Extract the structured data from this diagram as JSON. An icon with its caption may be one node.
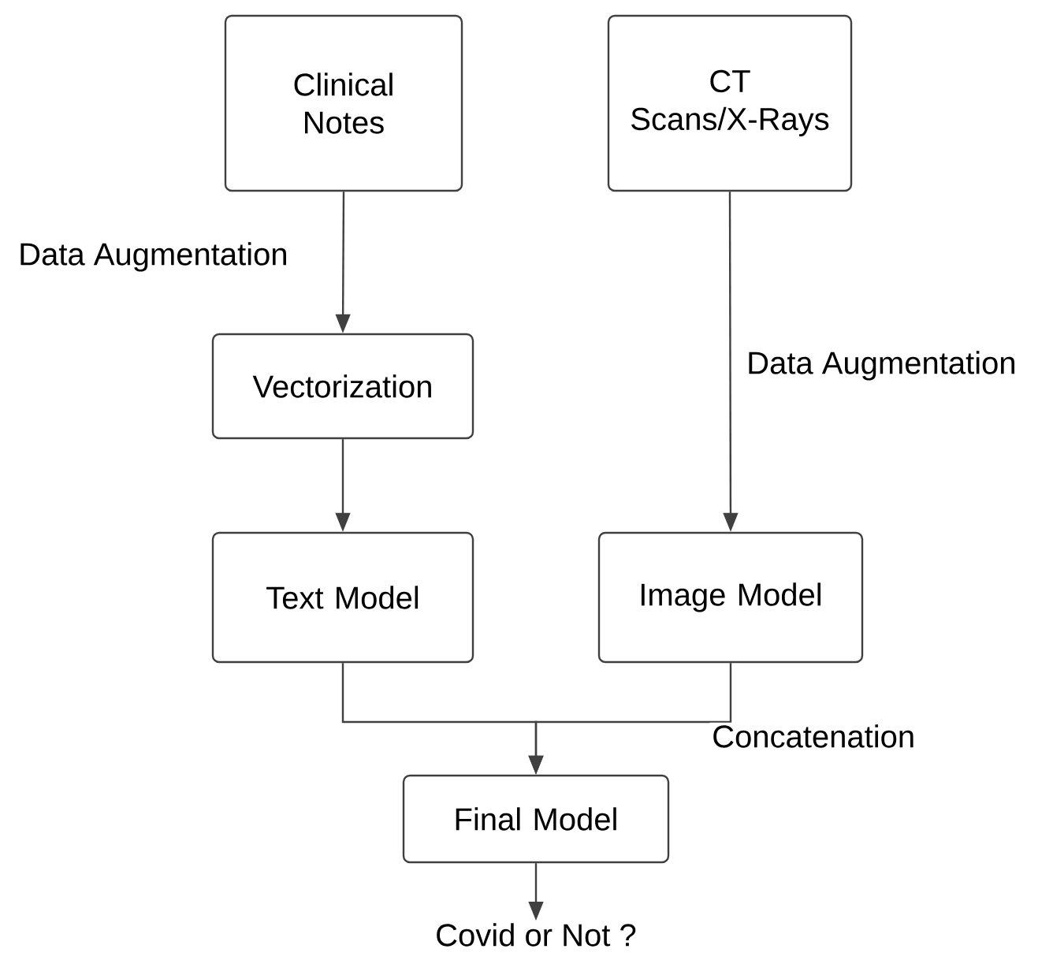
{
  "diagram": {
    "nodes": [
      {
        "text": [
          "Clinical Notes"
        ]
      },
      {
        "text": [
          "CT Scans/X-Rays"
        ]
      },
      {
        "text": [
          "Vectorization"
        ]
      },
      {
        "text": [
          "Text Model"
        ]
      },
      {
        "text": [
          "Image Model"
        ]
      },
      {
        "text": [
          "Final Model"
        ]
      },
      {
        "text": [
          "Covid or Not ?"
        ]
      }
    ],
    "edges": [
      {
        "from": 0,
        "to": 2,
        "arrow": "to",
        "label": "Data Augmentation"
      },
      {
        "from": 1,
        "to": 4,
        "arrow": "to",
        "label": "Data Augmentation"
      },
      {
        "from": 2,
        "to": 3,
        "arrow": "to"
      },
      {
        "from": 3,
        "to": 5,
        "arrow": "to"
      },
      {
        "from": 4,
        "to": 5,
        "arrow": "to",
        "label": "Concatenation"
      },
      {
        "from": 5,
        "to": 6,
        "arrow": "to"
      }
    ]
  }
}
